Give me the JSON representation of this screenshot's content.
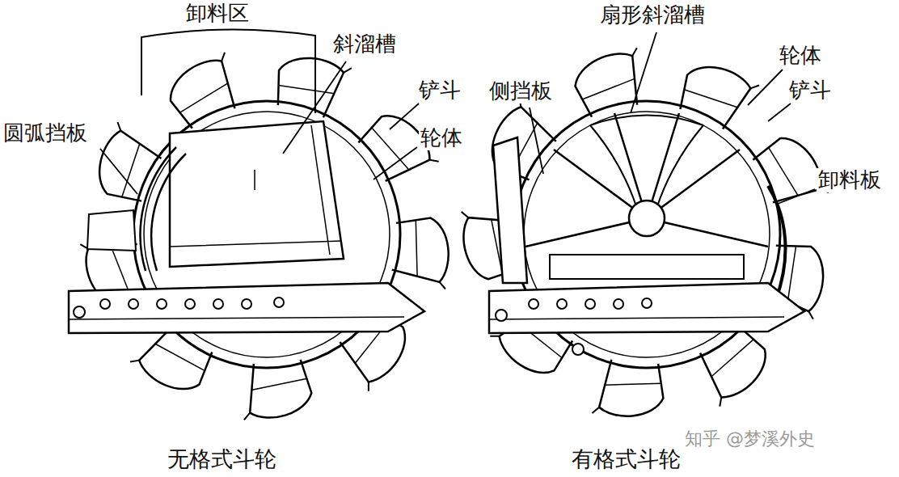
{
  "diagram": {
    "labels": [
      "卸料区",
      "斜溜槽",
      "铲斗",
      "圆弧挡板",
      "轮体",
      "扇形斜溜槽",
      "侧挡板",
      "轮体",
      "铲斗",
      "卸料板",
      "无格式斗轮",
      "有格式斗轮",
      "知乎 @梦溪外史"
    ]
  }
}
